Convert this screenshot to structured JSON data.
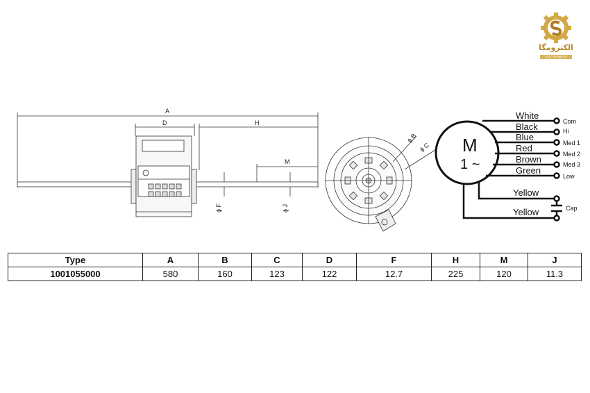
{
  "logo": {
    "text": "الکترومگا",
    "sub": "ELECTROMEGA"
  },
  "dims": {
    "A": "A",
    "D": "D",
    "H": "H",
    "M": "M",
    "F": "ϕ F",
    "J": "ϕ J",
    "B": "ϕ B",
    "C": "ϕ C"
  },
  "motor": {
    "letter": "M",
    "phase": "1 ~"
  },
  "wires": [
    {
      "color": "White",
      "terminal": "Com"
    },
    {
      "color": "Black",
      "terminal": "Hi"
    },
    {
      "color": "Blue",
      "terminal": "Med 1"
    },
    {
      "color": "Red",
      "terminal": "Med 2"
    },
    {
      "color": "Brown",
      "terminal": "Med 3"
    },
    {
      "color": "Green",
      "terminal": "Low"
    }
  ],
  "cap": {
    "wire1": "Yellow",
    "wire2": "Yellow",
    "label": "Cap"
  },
  "table": {
    "headers": [
      "Type",
      "A",
      "B",
      "C",
      "D",
      "F",
      "H",
      "M",
      "J"
    ],
    "row": [
      "1001055000",
      "580",
      "160",
      "123",
      "122",
      "12.7",
      "225",
      "120",
      "11.3"
    ]
  }
}
